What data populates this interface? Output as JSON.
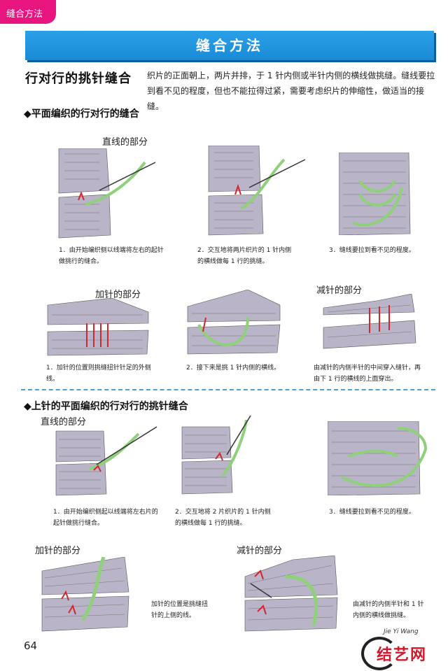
{
  "header": {
    "tab_label": "缝合方法",
    "banner_title": "缝合方法"
  },
  "section_main": {
    "title": "行对行的挑针缝合",
    "intro": "织片的正面朝上，两片并排，于 1 针内侧或半针内侧的横线做挑缝。缝线要拉到看不见的程度，但也不能拉得过紧，需要考虑织片的伸缩性，做适当的接缝。"
  },
  "section1": {
    "heading": "◆平面编织的行对行的缝合",
    "straight_label": "直线的部分",
    "inc_label": "加针的部分",
    "dec_label": "减针的部分",
    "captions": [
      "1．由开始编织侧以线端将左右的起针做挑行的缝合。",
      "2．交互地将两片织片的 1 针内侧的横线做每 1 行的挑缝。",
      "3．缝线要拉到看不见的程度。",
      "1．加针的位置则挑缝扭针针足的外侧线。",
      "2．接下来是挑 1 针内侧的横线。",
      "由减针的内侧半针的中间穿入缝针，再由下 1 行的横线的上面穿出。"
    ]
  },
  "section2": {
    "heading": "◆上针的平面编织的行对行的挑针缝合",
    "straight_label": "直线的部分",
    "inc_label": "加针的部分",
    "dec_label": "减针的部分",
    "captions": [
      "1．由开始编织侧起以线端将左右片的起针做挑行缝合。",
      "2．交互地将 2 片织片的 1 针内侧的横线做每 1 行的挑缝。",
      "3．缝线要拉到看不见的程度。",
      "加针的位置是挑缝扭针的上侧的线。",
      "由减针的内侧半针和 1 针内侧的横线做挑缝。"
    ]
  },
  "footer": {
    "page_number": "64",
    "logo_signature": "Jie Yi Wang",
    "logo_text": "结艺网"
  },
  "colors": {
    "tab": "#e8157f",
    "banner": "#1a8bd6",
    "yarn": "#8fd07a",
    "knit": "#b9b4c7",
    "arrow": "#d3262e",
    "dash": "#4d9fd8"
  }
}
